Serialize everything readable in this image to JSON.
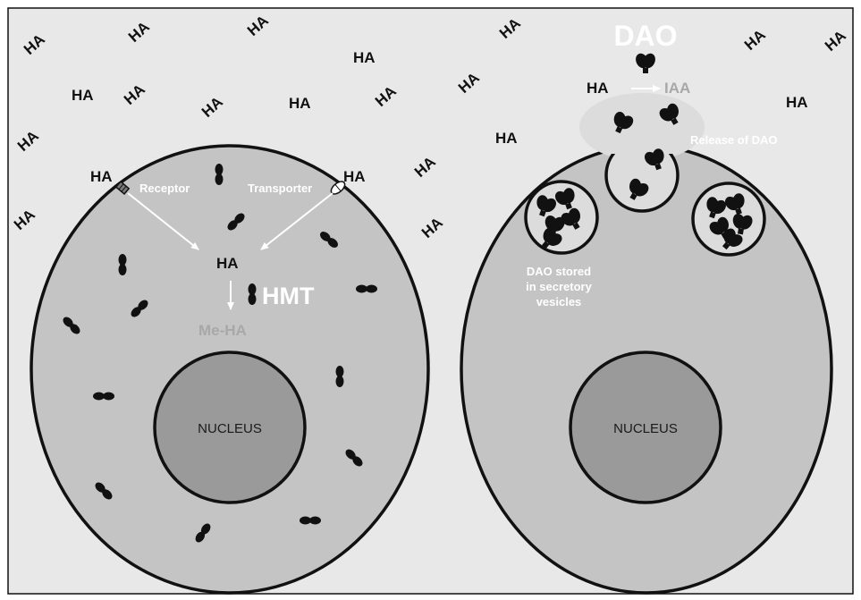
{
  "colors": {
    "background": "#e8e8e8",
    "cell": "#c4c4c4",
    "nucleus": "#9a9a9a",
    "outline": "#111111",
    "white_label": "#ffffff",
    "grey_label": "#a8a8a8"
  },
  "extracellular_label": "HA",
  "left_cell": {
    "receptor_label": "Receptor",
    "transporter_label": "Transporter",
    "receptor_ha": "HA",
    "transporter_ha": "HA",
    "intracellular_ha": "HA",
    "enzyme_label": "HMT",
    "product_label": "Me-HA",
    "nucleus_label": "NUCLEUS"
  },
  "right_cell": {
    "enzyme_label": "DAO",
    "substrate_label": "HA",
    "product_label": "IAA",
    "release_label": "Release of DAO",
    "vesicle_label": [
      "DAO stored",
      "in secretory",
      "vesicles"
    ],
    "nucleus_label": "NUCLEUS"
  }
}
